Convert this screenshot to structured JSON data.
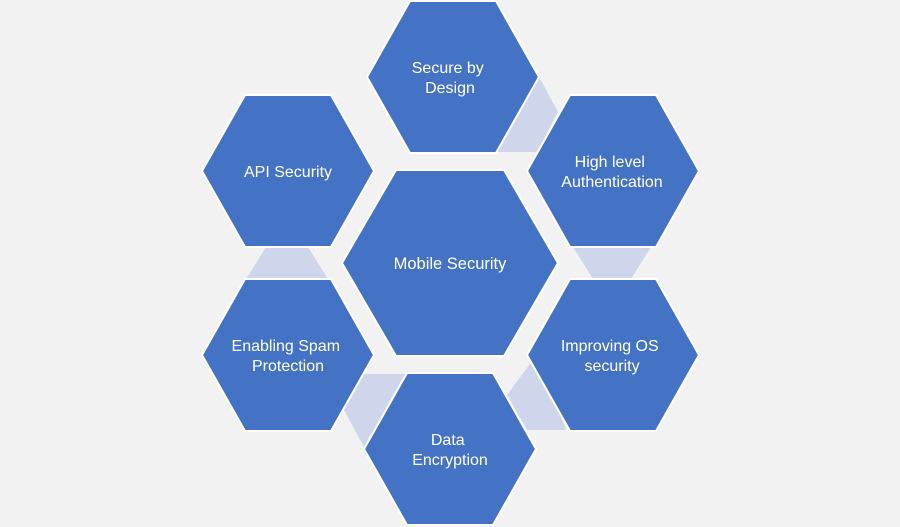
{
  "diagram": {
    "center": {
      "lines": [
        "Mobile Security"
      ]
    },
    "nodes": [
      {
        "lines": [
          "Secure by",
          "Design"
        ]
      },
      {
        "lines": [
          "High level",
          "Authentication"
        ]
      },
      {
        "lines": [
          "Improving OS",
          "security"
        ]
      },
      {
        "lines": [
          "Data",
          "Encryption"
        ]
      },
      {
        "lines": [
          "Enabling Spam",
          "Protection"
        ]
      },
      {
        "lines": [
          "API Security"
        ]
      }
    ],
    "colors": {
      "background": "#f2f2f2",
      "hex_fill": "#4472c4",
      "hex_stroke": "#ffffff",
      "connector_fill": "#cfd5ea",
      "text": "#ffffff"
    }
  }
}
